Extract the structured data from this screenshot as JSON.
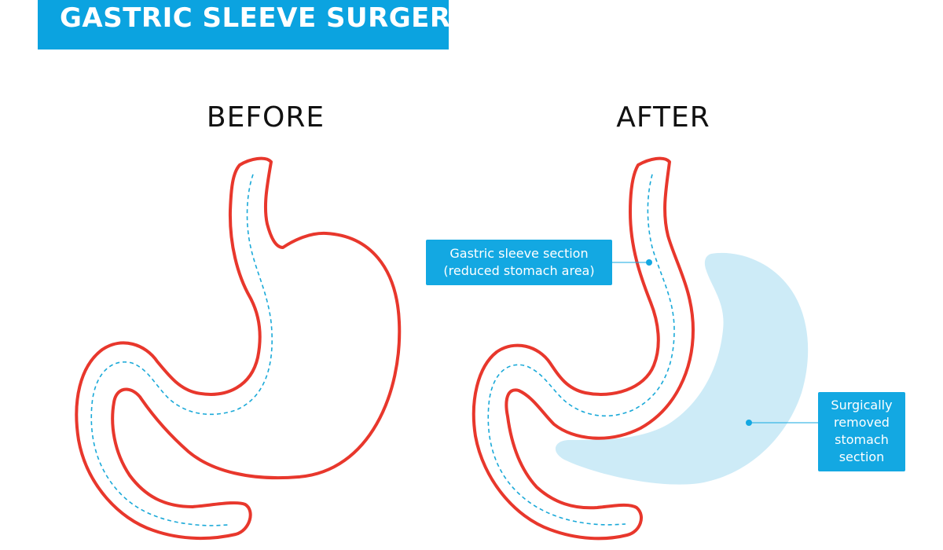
{
  "title": "GASTRIC SLEEVE SURGERY",
  "panels": {
    "before": {
      "heading": "BEFORE"
    },
    "after": {
      "heading": "AFTER"
    }
  },
  "callouts": {
    "sleeve": {
      "line1": "Gastric sleeve section",
      "line2": "(reduced stomach area)"
    },
    "removed": {
      "line1": "Surgically",
      "line2": "removed",
      "line3": "stomach",
      "line4": "section"
    }
  },
  "colors": {
    "banner": "#0ba3e0",
    "outline": "#e8372c",
    "dashed": "#1aa9d8",
    "removed_fill": "#cdebf7",
    "callout": "#13a8e2"
  }
}
